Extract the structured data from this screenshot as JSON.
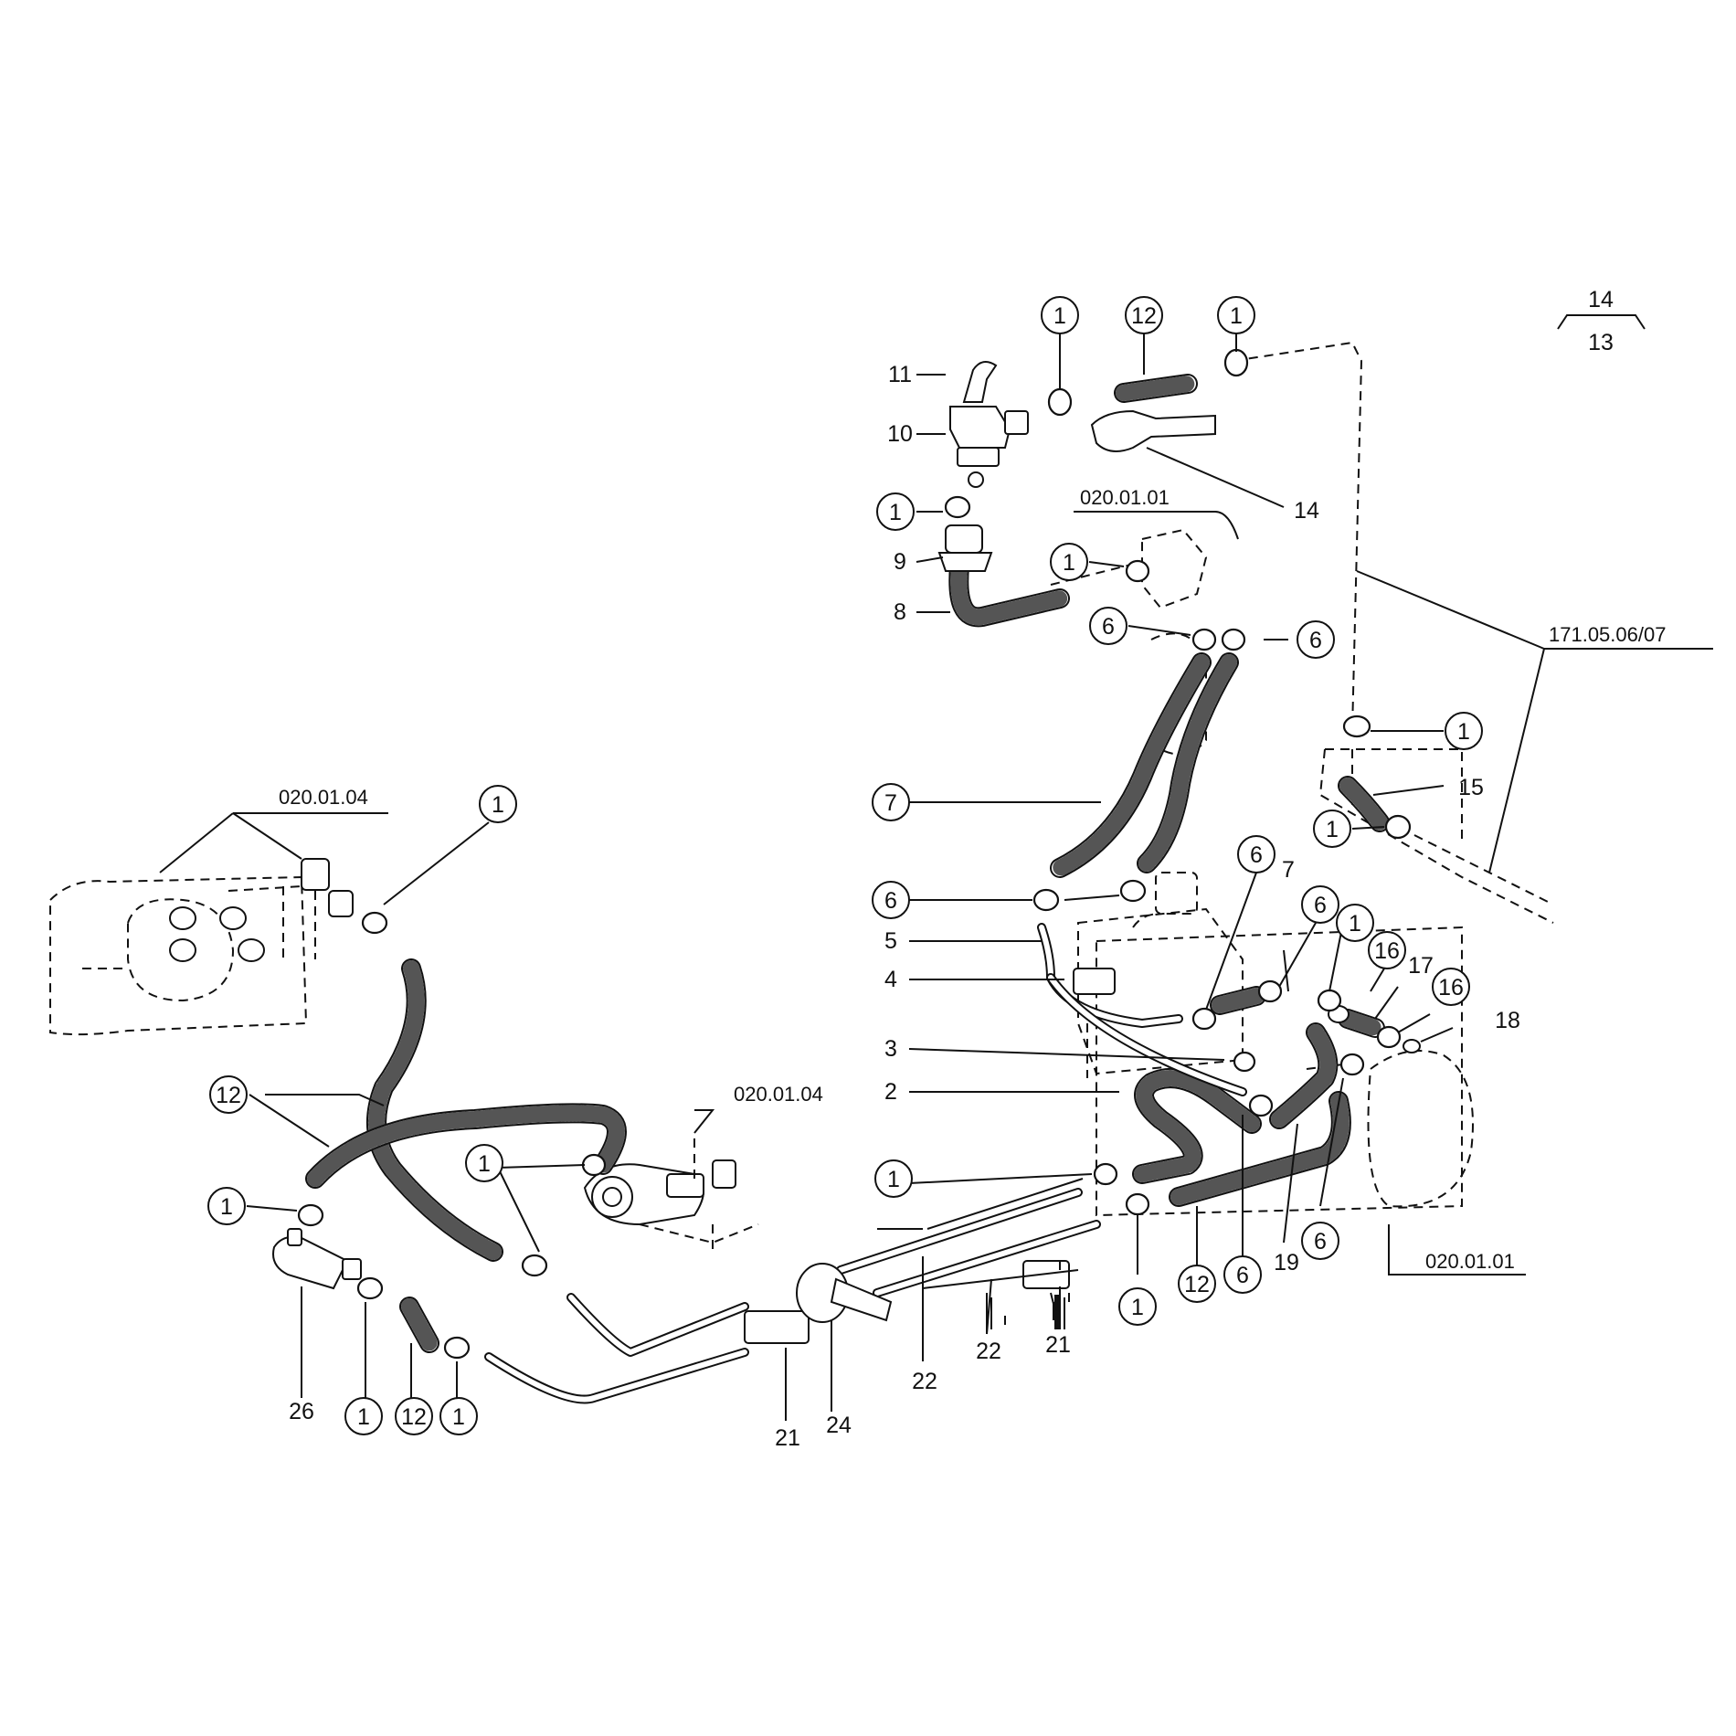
{
  "diagram": {
    "refs": {
      "top_right": "020.01.01",
      "pipe_right": "171.05.06/07",
      "engine_left": "020.01.04",
      "pump_mid": "020.01.04",
      "engine_right": "020.01.01"
    },
    "legend": {
      "top": "14",
      "bottom": "13"
    },
    "labels": {
      "l1": "11",
      "l2": "10",
      "l3": "9",
      "l4": "8",
      "l5": "14",
      "l6": "7",
      "l7": "5",
      "l8": "4",
      "l9": "3",
      "l10": "2",
      "l11": "15",
      "l12": "17",
      "l13": "18",
      "l14": "26",
      "l15": "21",
      "l16": "24",
      "l17": "22",
      "l18": "22",
      "l19": "21",
      "l20": "19"
    },
    "circles": {
      "c1": "1",
      "c2": "12",
      "c3": "1",
      "c4": "1",
      "c5": "1",
      "c6": "6",
      "c7": "6",
      "c8": "1",
      "c9": "7",
      "c10": "1",
      "c11": "6",
      "c12": "6",
      "c13": "6",
      "c14": "1",
      "c15": "16",
      "c16": "16",
      "c17": "1",
      "c18": "12",
      "c19": "1",
      "c20": "1",
      "c21": "1",
      "c22": "12",
      "c23": "1",
      "c24": "1",
      "c25": "12",
      "c26": "6",
      "c27": "6",
      "c28": "1"
    }
  }
}
